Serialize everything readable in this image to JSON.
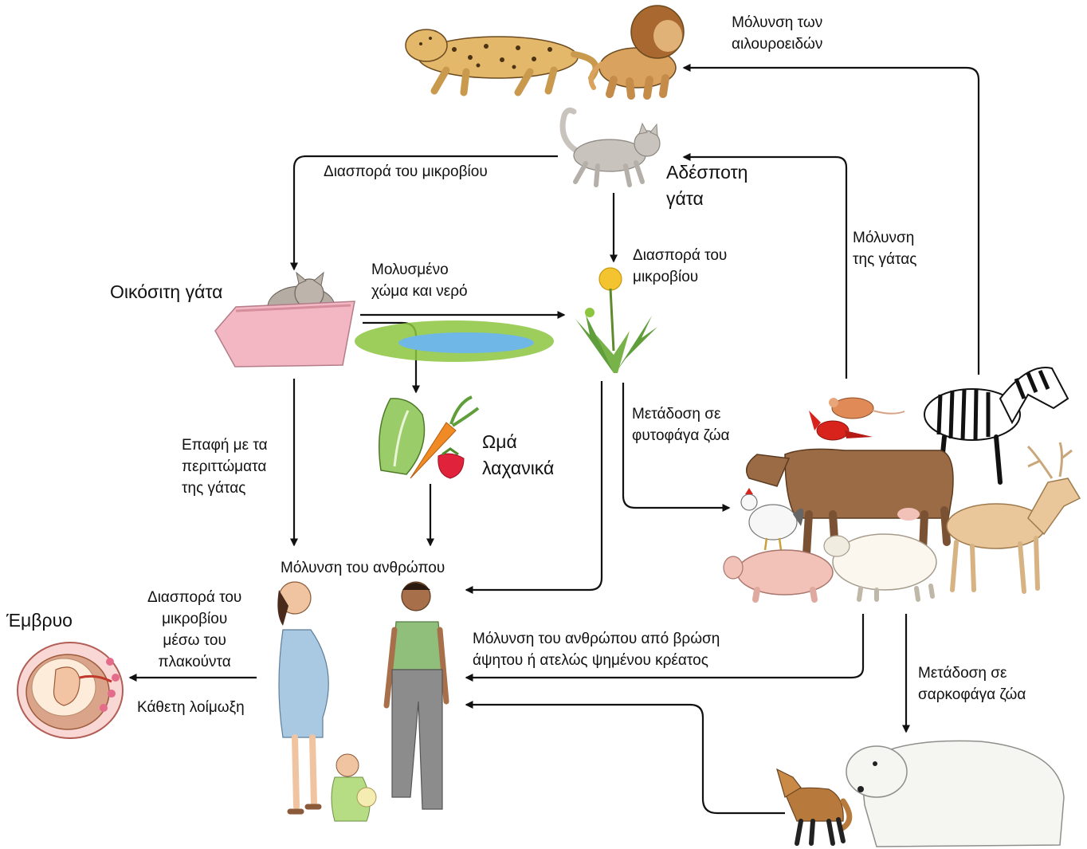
{
  "labels": {
    "felids_infection": [
      "Μόλυνση των",
      "αιλουροειδών"
    ],
    "stray_cat": [
      "Αδέσποτη",
      "γάτα"
    ],
    "spread_to_litter": "Διασπορά του μικροβίου",
    "spread_to_plants": [
      "Διασπορά του",
      "μικροβίου"
    ],
    "cat_infection": [
      "Μόλυνση",
      "της γάτας"
    ],
    "domestic_cat": "Οικόσιτη γάτα",
    "contaminated": [
      "Μολυσμένο",
      "χώμα και νερό"
    ],
    "raw_vegetables": [
      "Ωμά",
      "λαχανικά"
    ],
    "herbivores": [
      "Μετάδοση σε",
      "φυτοφάγα ζώα"
    ],
    "contact_feces": [
      "Επαφή με τα",
      "περιττώματα",
      "της γάτας"
    ],
    "human_infection": "Μόλυνση του ανθρώπου",
    "fetus": "Έμβρυο",
    "placenta": [
      "Διασπορά του",
      "μικροβίου",
      "μέσω του",
      "πλακούντα"
    ],
    "vertical": "Κάθετη λοίμωξη",
    "undercooked": [
      "Μόλυνση του ανθρώπου από βρώση",
      "άψητου ή ατελώς ψημένου κρέατος"
    ],
    "carnivores": [
      "Μετάδοση σε",
      "σαρκοφάγα ζώα"
    ]
  },
  "colors": {
    "arrow": "#111111",
    "cat_grey": "#c9c3bd",
    "litter_pink": "#f3b7c3",
    "grass": "#8cc63f",
    "water": "#6fb7e6",
    "dandelion": "#f4c430",
    "cow": "#9a6b45",
    "pig": "#f2c1b8",
    "deer": "#e9c79a",
    "leopard": "#e4b86a",
    "lion": "#d9a35f",
    "bear": "#f5f5f2",
    "fox": "#b87a3c",
    "dress": "#a9c8e2",
    "shirt": "#8fbf7a"
  }
}
